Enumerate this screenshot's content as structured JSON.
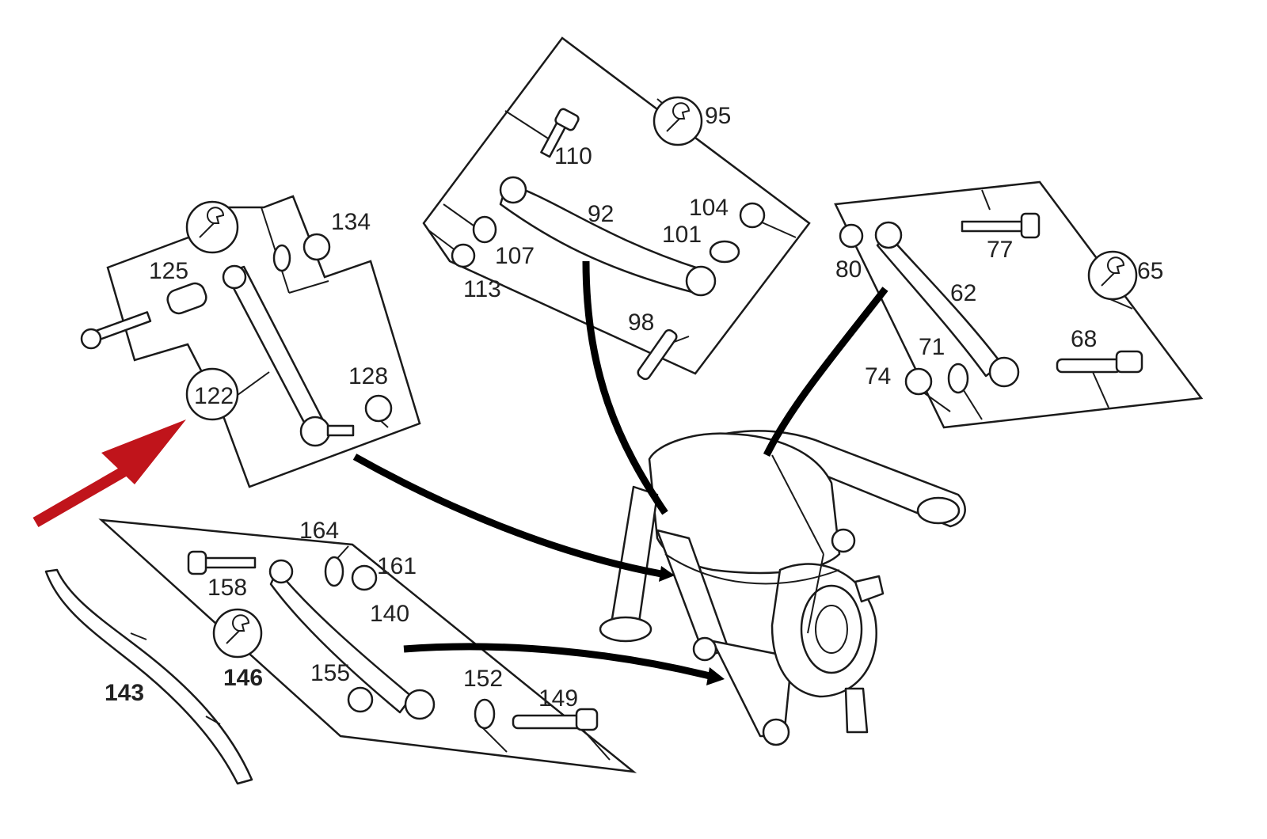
{
  "diagram": {
    "labels": {
      "l65": "65",
      "l62": "62",
      "l68": "68",
      "l71": "71",
      "l74": "74",
      "l77": "77",
      "l80": "80",
      "l92": "92",
      "l95": "95",
      "l98": "98",
      "l101": "101",
      "l104": "104",
      "l107": "107",
      "l110": "110",
      "l113": "113",
      "l122": "122",
      "l125": "125",
      "l128": "128",
      "l134": "134",
      "l140": "140",
      "l143": "143",
      "l146": "146",
      "l149": "149",
      "l152": "152",
      "l155": "155",
      "l158": "158",
      "l161": "161",
      "l164": "164"
    },
    "colors": {
      "highlight_arrow": "#c0141b",
      "line": "#1a1a1a",
      "background": "#ffffff"
    },
    "icons": [
      "wrench-icon"
    ]
  }
}
